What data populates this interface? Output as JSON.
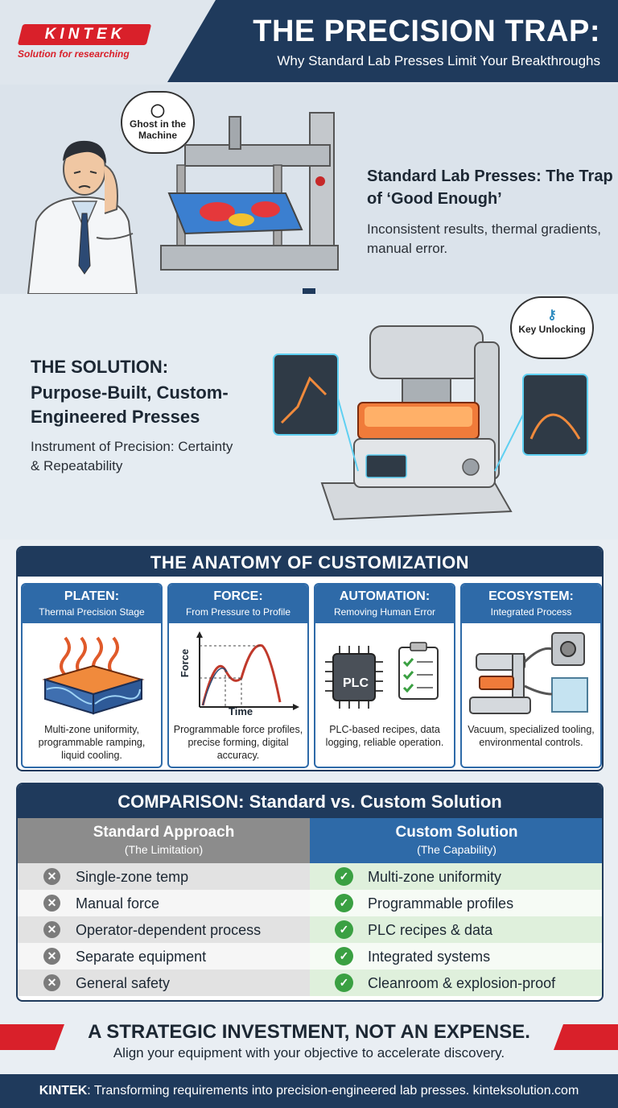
{
  "header": {
    "logo_text": "KINTEK",
    "logo_tagline": "Solution for researching",
    "title": "THE PRECISION TRAP:",
    "subtitle": "Why Standard Lab Presses Limit Your Breakthroughs"
  },
  "problem": {
    "thought_bubble": "Ghost in the Machine",
    "heading": "Standard Lab Presses: The Trap of ‘Good Enough’",
    "description": "Inconsistent results, thermal gradients, manual error."
  },
  "solution": {
    "thought_bubble": "Key Unlocking",
    "label": "THE SOLUTION:",
    "heading": "Purpose-Built, Custom-Engineered Presses",
    "description": "Instrument of Precision: Certainty & Repeatability"
  },
  "anatomy": {
    "title": "THE ANATOMY OF CUSTOMIZATION",
    "cards": [
      {
        "title": "PLATEN:",
        "subtitle": "Thermal Precision Stage",
        "description": "Multi-zone uniformity, programmable ramping, liquid cooling."
      },
      {
        "title": "FORCE:",
        "subtitle": "From Pressure to Profile",
        "description": "Programmable force profiles, precise forming, digital accuracy.",
        "graph_y_label": "Force",
        "graph_x_label": "Time"
      },
      {
        "title": "AUTOMATION:",
        "subtitle": "Removing Human Error",
        "description": "PLC-based recipes, data logging, reliable operation.",
        "chip_label": "PLC"
      },
      {
        "title": "ECOSYSTEM:",
        "subtitle": "Integrated Process",
        "description": "Vacuum, specialized tooling, environmental controls."
      }
    ]
  },
  "comparison": {
    "title": "COMPARISON: Standard vs. Custom Solution",
    "standard": {
      "title": "Standard Approach",
      "subtitle": "(The Limitation)",
      "rows": [
        "Single-zone temp",
        "Manual force",
        "Operator-dependent process",
        "Separate equipment",
        "General safety"
      ]
    },
    "custom": {
      "title": "Custom Solution",
      "subtitle": "(The Capability)",
      "rows": [
        "Multi-zone uniformity",
        "Programmable profiles",
        "PLC recipes & data",
        "Integrated systems",
        "Cleanroom & explosion-proof"
      ]
    }
  },
  "cta": {
    "title": "A STRATEGIC INVESTMENT, NOT AN EXPENSE.",
    "subtitle": "Align your equipment with your objective to accelerate discovery."
  },
  "footer": {
    "brand": "KINTEK",
    "text": ": Transforming requirements into precision-engineered lab presses. kinteksolution.com"
  },
  "colors": {
    "navy": "#1f3a5c",
    "blue": "#2e6aa8",
    "red": "#d9202a",
    "green": "#3aa042",
    "gray": "#7b7b7b"
  },
  "icons": [
    "ghost-icon",
    "key-icon",
    "x-icon",
    "check-icon",
    "down-arrow-icon"
  ]
}
